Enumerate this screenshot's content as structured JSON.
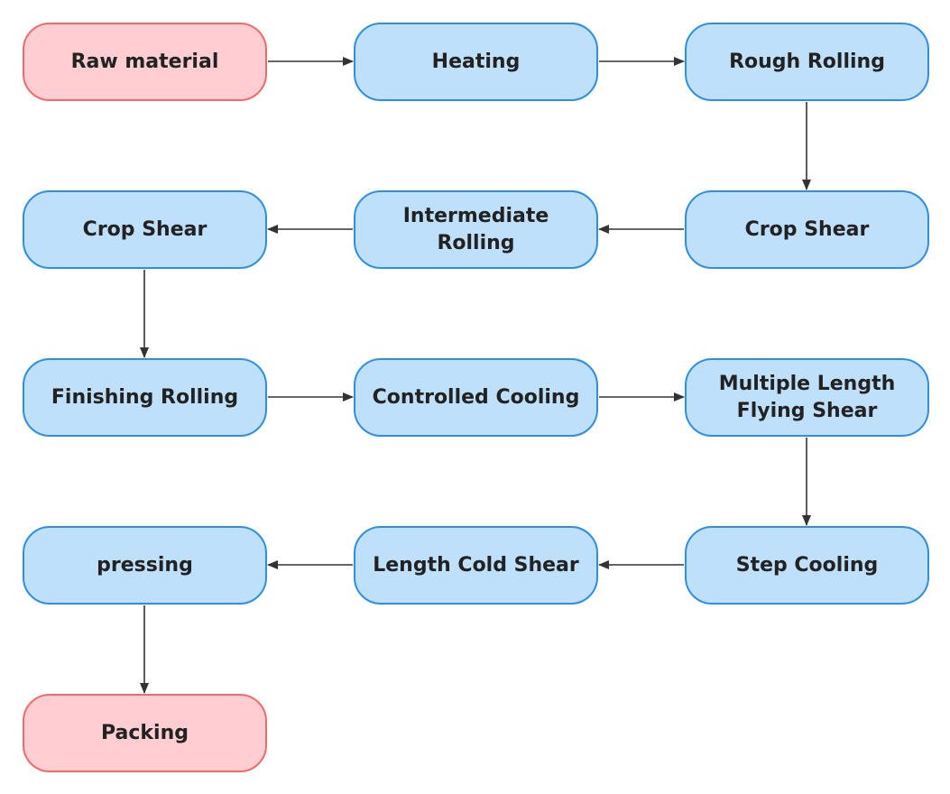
{
  "flowchart": {
    "nodes": [
      {
        "id": "raw_material",
        "label": "Raw material",
        "kind": "terminal"
      },
      {
        "id": "heating",
        "label": "Heating",
        "kind": "process"
      },
      {
        "id": "rough_rolling",
        "label": "Rough Rolling",
        "kind": "process"
      },
      {
        "id": "crop_shear_1",
        "label": "Crop Shear",
        "kind": "process"
      },
      {
        "id": "intermediate_rolling",
        "label": "Intermediate Rolling",
        "kind": "process"
      },
      {
        "id": "crop_shear_2",
        "label": "Crop Shear",
        "kind": "process"
      },
      {
        "id": "finishing_rolling",
        "label": "Finishing Rolling",
        "kind": "process"
      },
      {
        "id": "controlled_cooling",
        "label": "Controlled Cooling",
        "kind": "process"
      },
      {
        "id": "multiple_length_flying_shear",
        "label": "Multiple Length\nFlying Shear",
        "kind": "process"
      },
      {
        "id": "step_cooling",
        "label": "Step Cooling",
        "kind": "process"
      },
      {
        "id": "length_cold_shear",
        "label": "Length Cold Shear",
        "kind": "process"
      },
      {
        "id": "pressing",
        "label": "pressing",
        "kind": "process"
      },
      {
        "id": "packing",
        "label": "Packing",
        "kind": "terminal"
      }
    ],
    "edges": [
      {
        "from": "raw_material",
        "to": "heating"
      },
      {
        "from": "heating",
        "to": "rough_rolling"
      },
      {
        "from": "rough_rolling",
        "to": "crop_shear_1"
      },
      {
        "from": "crop_shear_1",
        "to": "intermediate_rolling"
      },
      {
        "from": "intermediate_rolling",
        "to": "crop_shear_2"
      },
      {
        "from": "crop_shear_2",
        "to": "finishing_rolling"
      },
      {
        "from": "finishing_rolling",
        "to": "controlled_cooling"
      },
      {
        "from": "controlled_cooling",
        "to": "multiple_length_flying_shear"
      },
      {
        "from": "multiple_length_flying_shear",
        "to": "step_cooling"
      },
      {
        "from": "step_cooling",
        "to": "length_cold_shear"
      },
      {
        "from": "length_cold_shear",
        "to": "pressing"
      },
      {
        "from": "pressing",
        "to": "packing"
      }
    ],
    "colors": {
      "process_fill": "#bfe0fb",
      "process_border": "#2f8ee0",
      "terminal_fill": "#ffcdd2",
      "terminal_border": "#ef6b6b",
      "arrow": "#333333",
      "text": "#222222"
    }
  }
}
